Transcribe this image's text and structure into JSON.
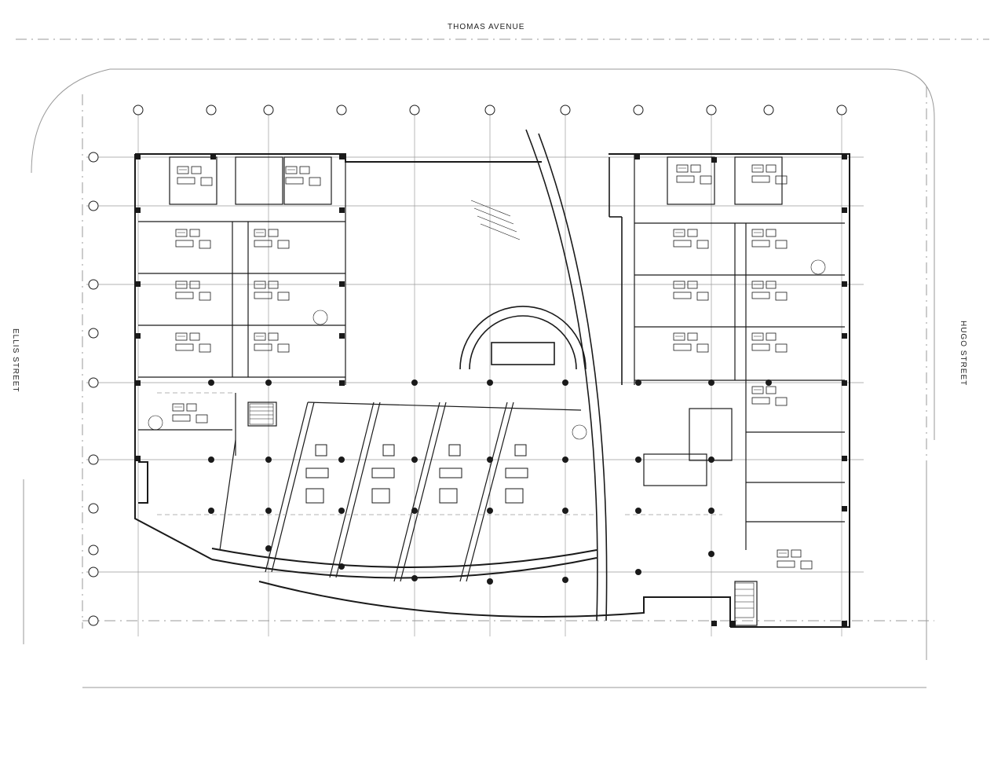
{
  "labels": {
    "top_street": "THOMAS AVENUE",
    "left_street": "ELLIS STREET",
    "right_street": "HUGO STREET"
  },
  "colors": {
    "line": "#1a1a1a",
    "faint": "#9a9a9a",
    "paper": "#ffffff"
  }
}
